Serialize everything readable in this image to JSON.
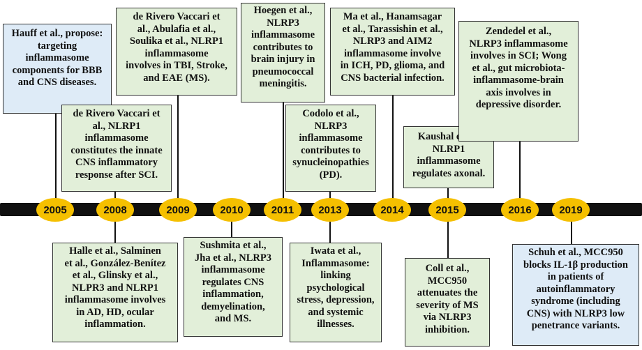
{
  "timeline": {
    "years": [
      "2005",
      "2008",
      "2009",
      "2010",
      "2011",
      "2013",
      "2014",
      "2015",
      "2016",
      "2019"
    ],
    "top_events": [
      {
        "year": "2005",
        "text": "Hauff et al., propose:\ntargeting\ninflammasome\ncomponents for BBB\nand CNS diseases."
      },
      {
        "year": "2008",
        "text": "de Rivero Vaccari et\nal., NLRP1\ninflammasome\nconstitutes the innate\nCNS inflammatory\nresponse after SCI."
      },
      {
        "year": "2009",
        "text": "de Rivero Vaccari et\nal., Abulafia et al.,\nSoulika et al., NLRP1\ninflammasome\ninvolves in TBI, Stroke,\nand EAE (MS)."
      },
      {
        "year": "2011",
        "text": "Hoegen et al.,\nNLRP3\ninflammasome\ncontributes to\nbrain injury in\npneumococcal\nmeningitis."
      },
      {
        "year": "2013",
        "text": "Codolo et al.,\nNLRP3\ninflammasome\ncontributes  to\nsynucleinopathies\n(PD)."
      },
      {
        "year": "2014",
        "text": "Ma et al., Hanamsagar\net al., Tarassishin et al.,\nNLRP3 and AIM2\ninflammasome involve\nin ICH, PD, glioma, and\nCNS bacterial infection."
      },
      {
        "year": "2015",
        "text": "Kaushal et al.,\nNLRP1\ninflammasome\nregulates axonal."
      },
      {
        "year": "2016",
        "text": "Zendedel et al.,\nNLRP3 inflammasome\ninvolves in SCI; Wong\net al., gut microbiota-\ninflammasome-brain\naxis involves in\ndepressive disorder."
      }
    ],
    "bottom_events": [
      {
        "year": "2008",
        "text": "Halle et al.,  Salminen\net al., González-Benítez\net al., Glinsky et al.,\nNLPR3 and NLRP1\ninflammasome involves\nin AD, HD, ocular\ninflammation."
      },
      {
        "year": "2010",
        "text": "Sushmita et al.,\nJha et al., NLRP3\ninflammasome\nregulates CNS\ninflammation,\ndemyelination,\nand MS."
      },
      {
        "year": "2013",
        "text": "Iwata et al.,\nInflammasome:\nlinking\npsychological\nstress, depression,\nand systemic\nillnesses."
      },
      {
        "year": "2015",
        "text": "Coll et al.,\nMCC950\nattenuates the\nseverity of MS\nvia NLRP3\ninhibition."
      },
      {
        "year": "2019",
        "text": "Schuh et al.,  MCC950\nblocks IL-1β production\nin patients of\nautoinflammatory\nsyndrome (including\nCNS) with NLRP3 low\npenetrance variants."
      }
    ]
  }
}
